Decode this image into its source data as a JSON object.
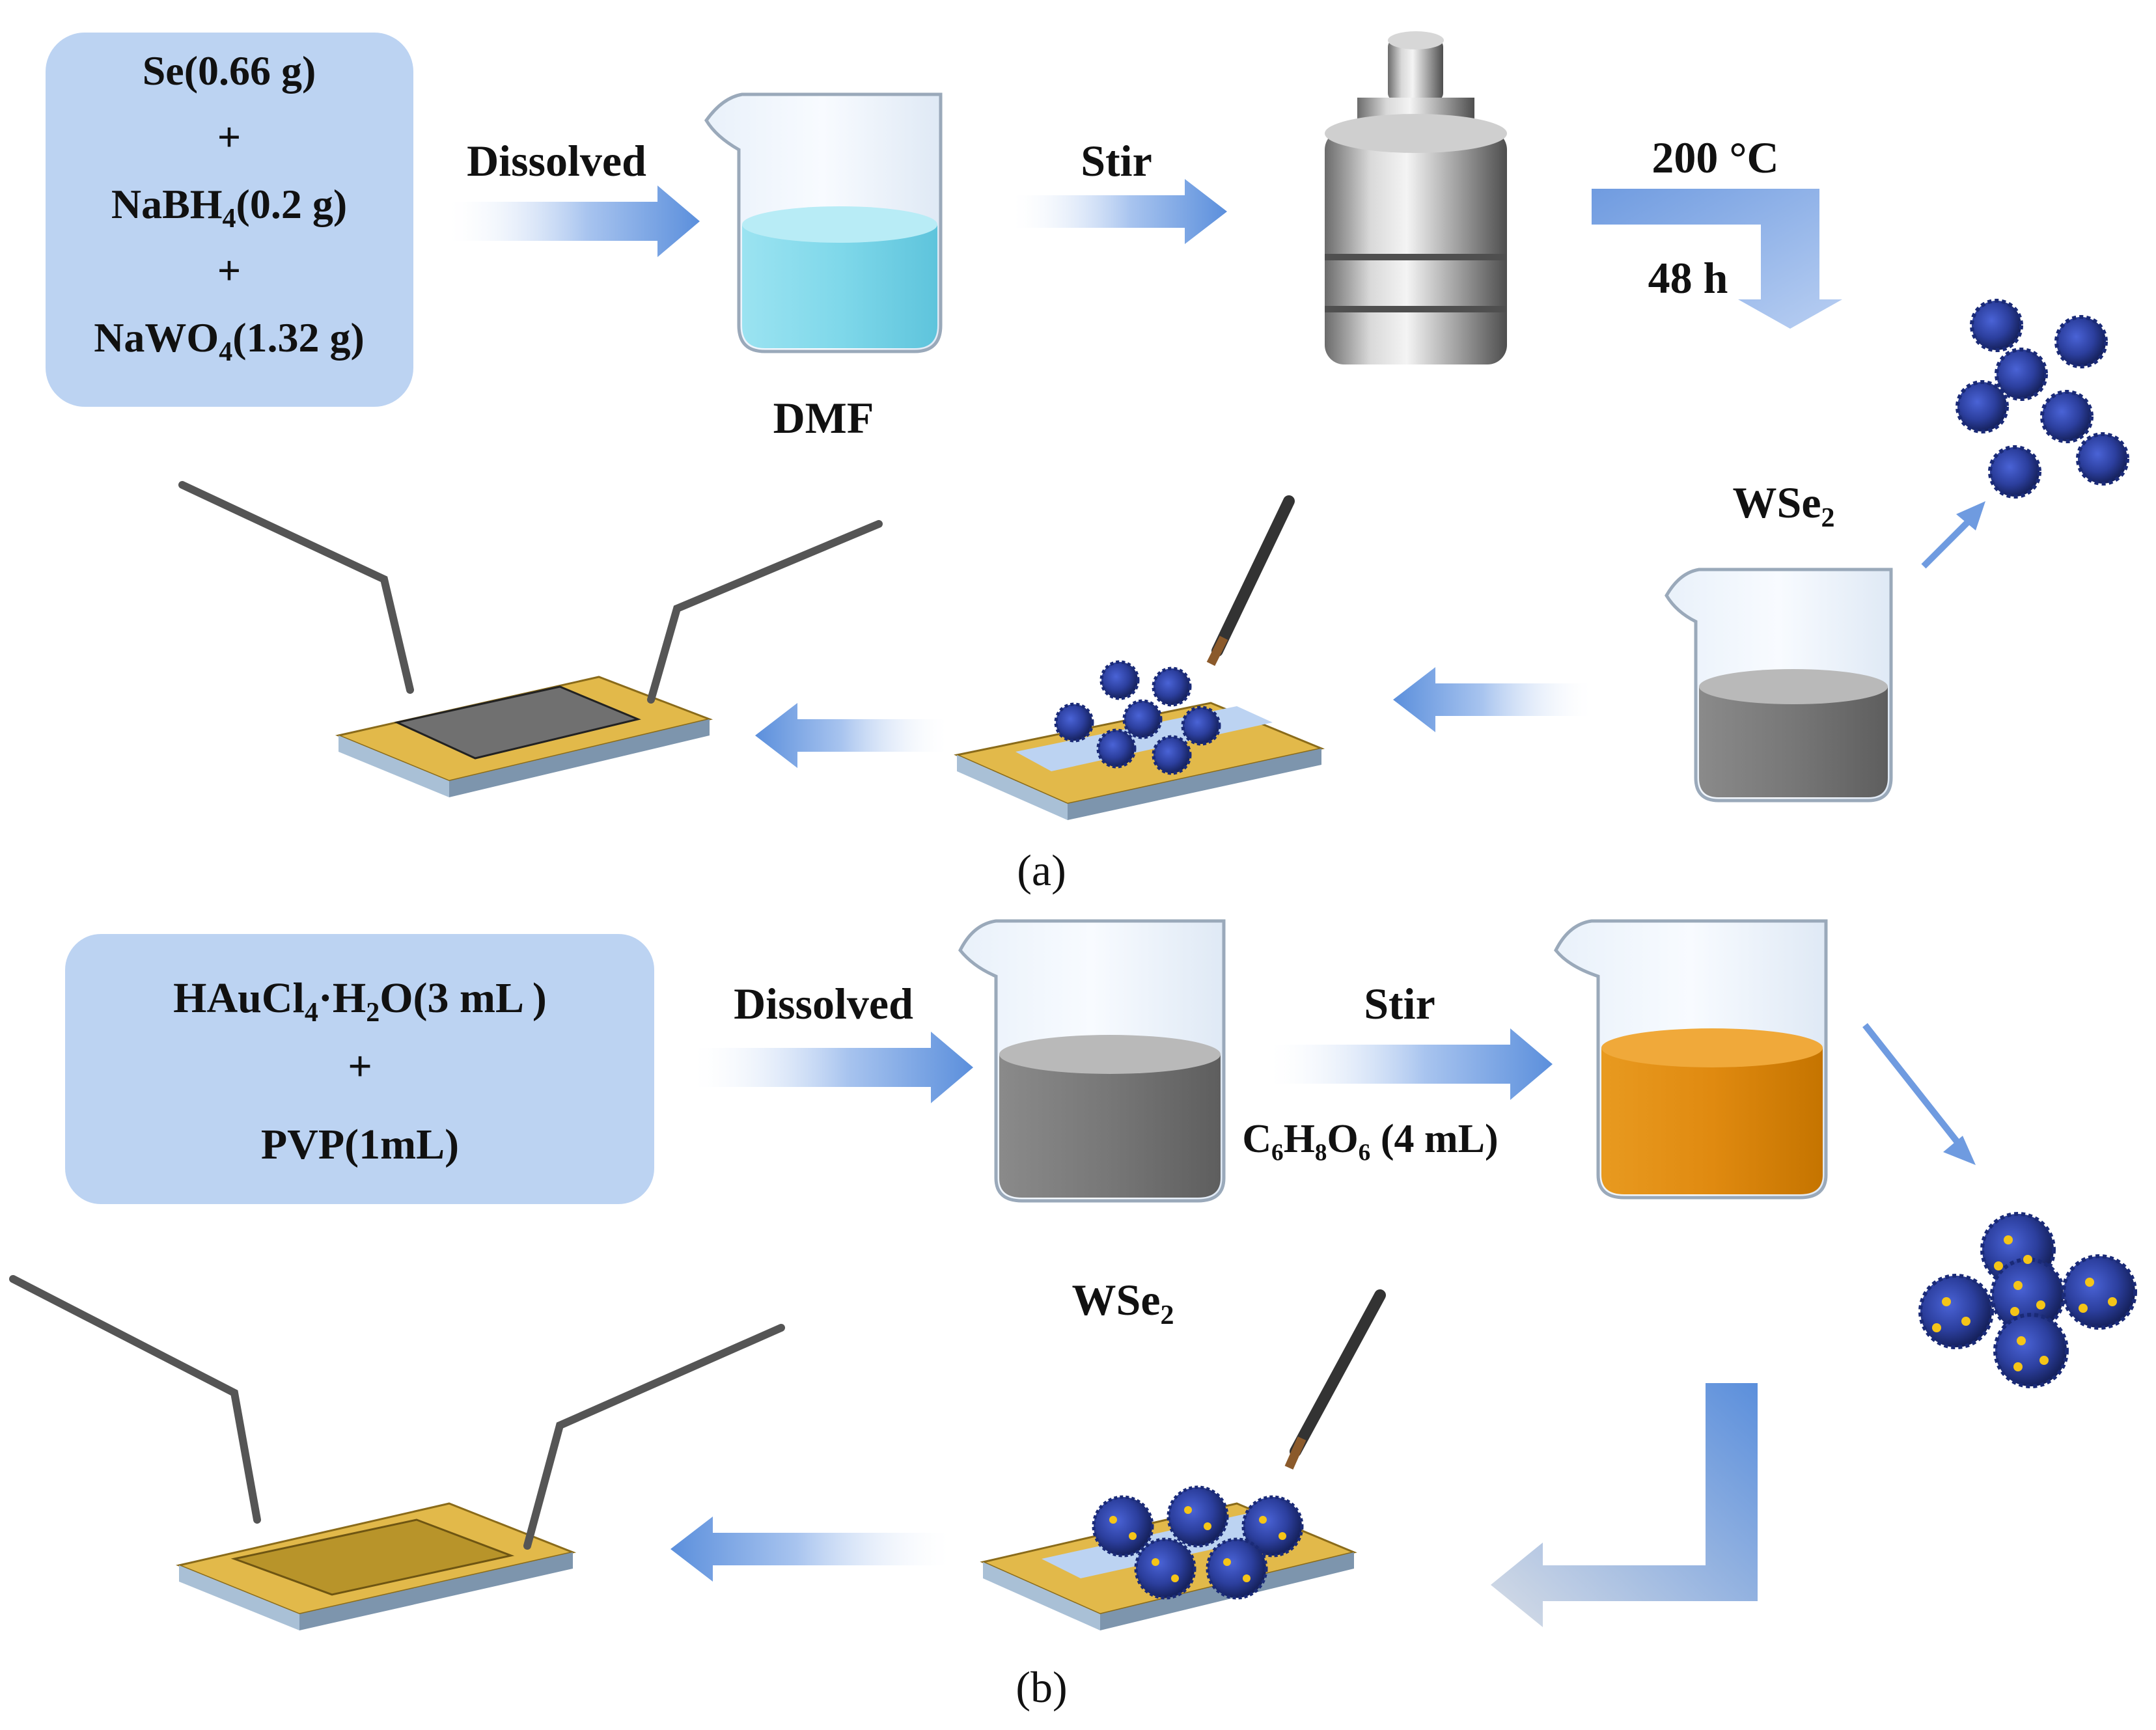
{
  "colors": {
    "reagent_box": "#bcd3f2",
    "arrow_blue": "#6f9be0",
    "liquid_cyan": "#7fd8ea",
    "liquid_gray": "#777777",
    "liquid_orange": "#e08a10",
    "substrate_gold": "#e2b94a",
    "substrate_base": "#a9c0d6",
    "nanoflower": "#2c3f9e",
    "gold_dots": "#f5c518"
  },
  "panel_a": {
    "reagents": {
      "line1": "Se(0.66 g)",
      "plus1": "+",
      "line2_main": "NaBH",
      "line2_sub": "4",
      "line2_rest": "(0.2 g)",
      "plus2": "+",
      "line3_main": "NaWO",
      "line3_sub": "4",
      "line3_rest": "(1.32 g)"
    },
    "arrow1_label": "Dissolved",
    "solvent_label": "DMF",
    "arrow2_label": "Stir",
    "temperature": "200 °C",
    "time": "48 h",
    "product_main": "WSe",
    "product_sub": "2",
    "caption": "(a)"
  },
  "panel_b": {
    "reagent_line1_a": "HAuCl",
    "reagent_line1_sub1": "4",
    "reagent_line1_b": "·H",
    "reagent_line1_sub2": "2",
    "reagent_line1_c": "O(3 mL )",
    "plus": "+",
    "reagent_line2": "PVP(1mL)",
    "arrow1_label": "Dissolved",
    "arrow2_label": "Stir",
    "reductant": "C₆H₈O₆ (4 mL)",
    "product_main": "WSe",
    "product_sub": "2",
    "caption": "(b)"
  }
}
